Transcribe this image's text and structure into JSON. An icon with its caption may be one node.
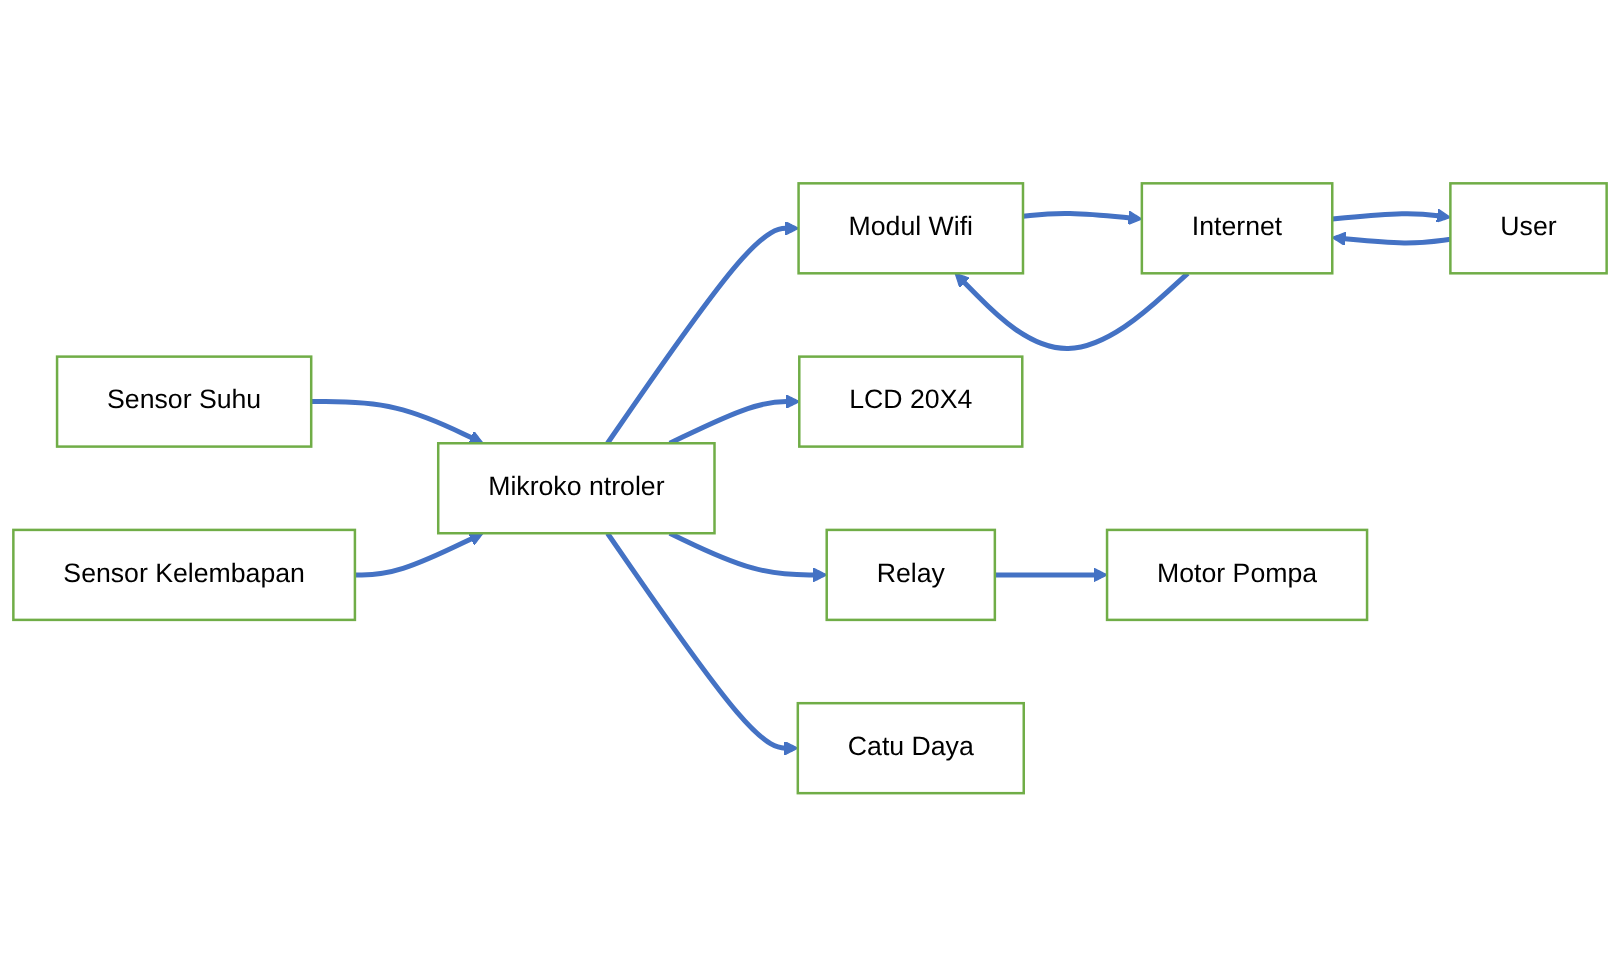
{
  "diagram": {
    "nodes": [
      {
        "text": [
          "Sensor Suhu"
        ]
      },
      {
        "text": [
          "Sensor Kelembapan"
        ]
      },
      {
        "text": [
          "Mikroko ntroler"
        ]
      },
      {
        "text": [
          "Modul Wifi"
        ]
      },
      {
        "text": [
          "Internet"
        ]
      },
      {
        "text": [
          "User"
        ]
      },
      {
        "text": [
          "LCD 20X4"
        ]
      },
      {
        "text": [
          "Relay"
        ]
      },
      {
        "text": [
          "Motor Pompa"
        ]
      },
      {
        "text": [
          "Catu Daya"
        ]
      }
    ],
    "edges": [
      {
        "from": 0,
        "to": 2,
        "arrow": "to"
      },
      {
        "from": 1,
        "to": 2,
        "arrow": "to"
      },
      {
        "from": 2,
        "to": 3,
        "arrow": "to"
      },
      {
        "from": 3,
        "to": 4,
        "arrow": "to"
      },
      {
        "from": 4,
        "to": 3,
        "arrow": "to"
      },
      {
        "from": 4,
        "to": 5,
        "arrow": "to"
      },
      {
        "from": 5,
        "to": 4,
        "arrow": "to"
      },
      {
        "from": 2,
        "to": 6,
        "arrow": "to"
      },
      {
        "from": 2,
        "to": 7,
        "arrow": "to"
      },
      {
        "from": 7,
        "to": 8,
        "arrow": "to"
      },
      {
        "from": 2,
        "to": 9,
        "arrow": "to"
      }
    ]
  }
}
